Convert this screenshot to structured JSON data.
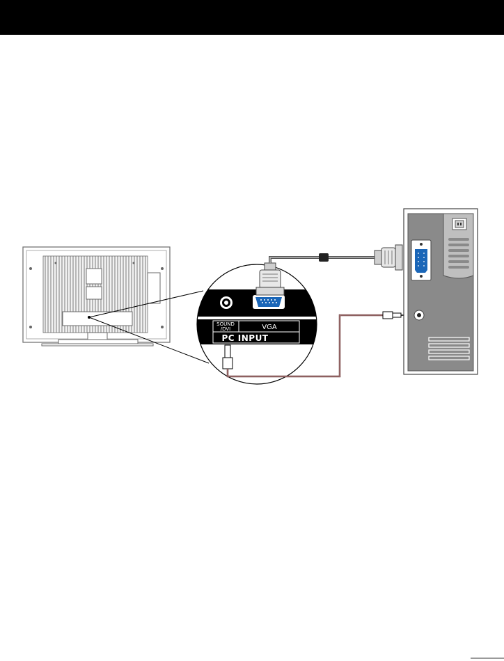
{
  "header": {
    "color": "#000000"
  },
  "panel": {
    "sound_label_line1": "SOUND",
    "sound_label_line2": "/DVI",
    "vga_label": "VGA",
    "pc_input_label": "PC INPUT"
  },
  "colors": {
    "vga_port": "#1a66b8",
    "computer_body": "#8a8a8a",
    "audio_cable": "#6b3a3a",
    "vga_cable": "#555555"
  },
  "icons": [
    "tv-rear-view",
    "vga-connector",
    "audio-jack",
    "computer-tower",
    "power-socket-icon"
  ]
}
